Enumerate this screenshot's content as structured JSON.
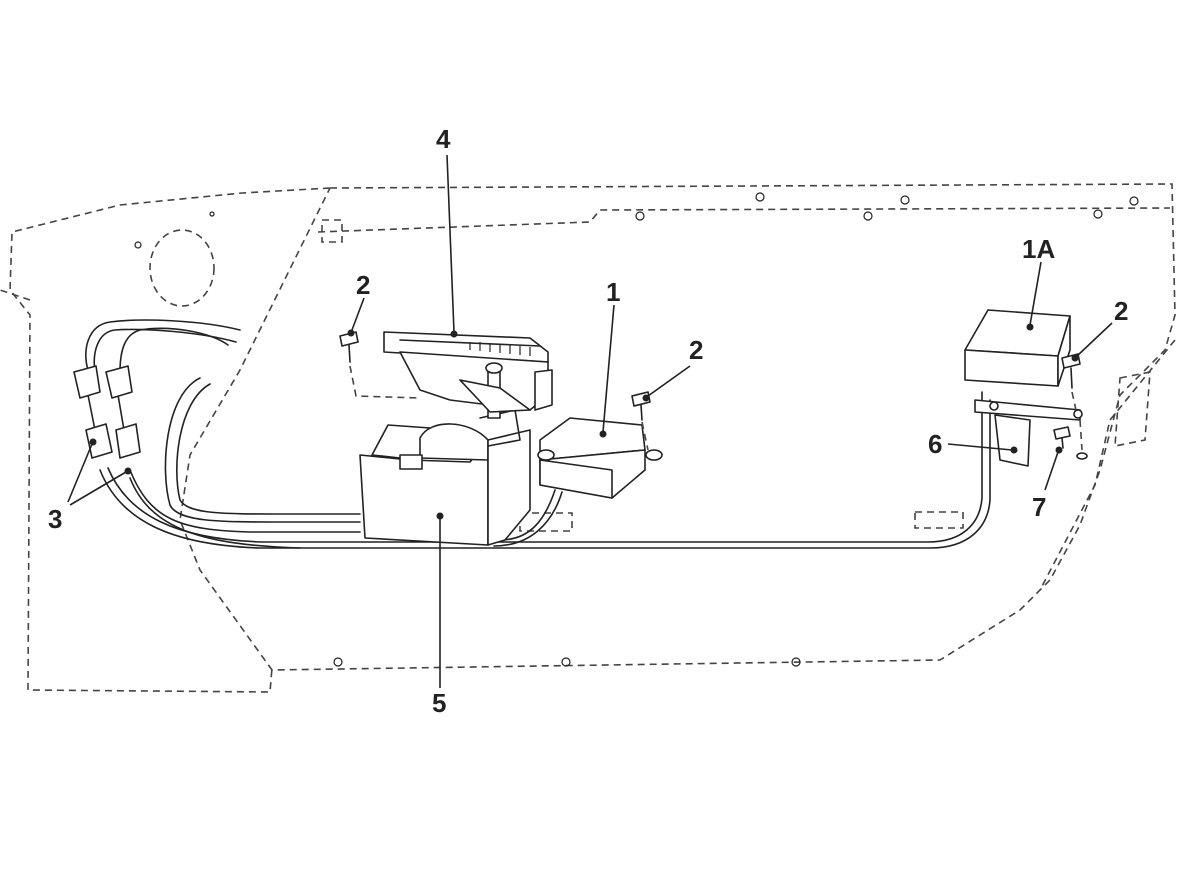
{
  "callouts": {
    "c4": "4",
    "c1": "1",
    "c1a": "1A",
    "c2_left": "2",
    "c2_mid": "2",
    "c2_right": "2",
    "c3": "3",
    "c5": "5",
    "c6": "6",
    "c7": "7"
  }
}
